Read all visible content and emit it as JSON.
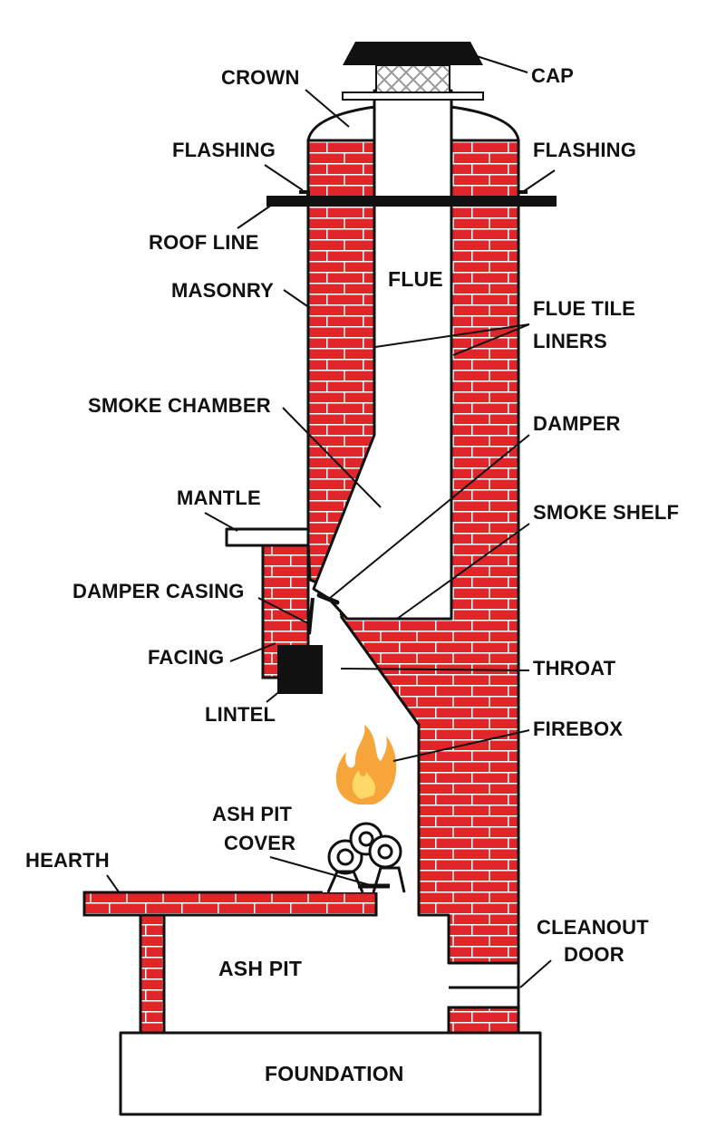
{
  "labels": {
    "crown": "CROWN",
    "cap": "CAP",
    "flashing_left": "FLASHING",
    "flashing_right": "FLASHING",
    "roof_line": "ROOF LINE",
    "masonry": "MASONRY",
    "flue": "FLUE",
    "flue_tile_liners_1": "FLUE TILE",
    "flue_tile_liners_2": "LINERS",
    "smoke_chamber": "SMOKE CHAMBER",
    "damper": "DAMPER",
    "mantle": "MANTLE",
    "smoke_shelf": "SMOKE SHELF",
    "damper_casing": "DAMPER CASING",
    "facing": "FACING",
    "throat": "THROAT",
    "lintel": "LINTEL",
    "firebox": "FIREBOX",
    "ash_pit_cover_1": "ASH PIT",
    "ash_pit_cover_2": "COVER",
    "hearth": "HEARTH",
    "cleanout_door_1": "CLEANOUT",
    "cleanout_door_2": "DOOR",
    "ash_pit": "ASH PIT",
    "foundation": "FOUNDATION"
  },
  "colors": {
    "brick": "#e0262b",
    "mortar": "#ffffff",
    "outline": "#111111",
    "cap": "#111111",
    "flame_outer": "#f6a53a",
    "flame_inner": "#ffd86a"
  }
}
